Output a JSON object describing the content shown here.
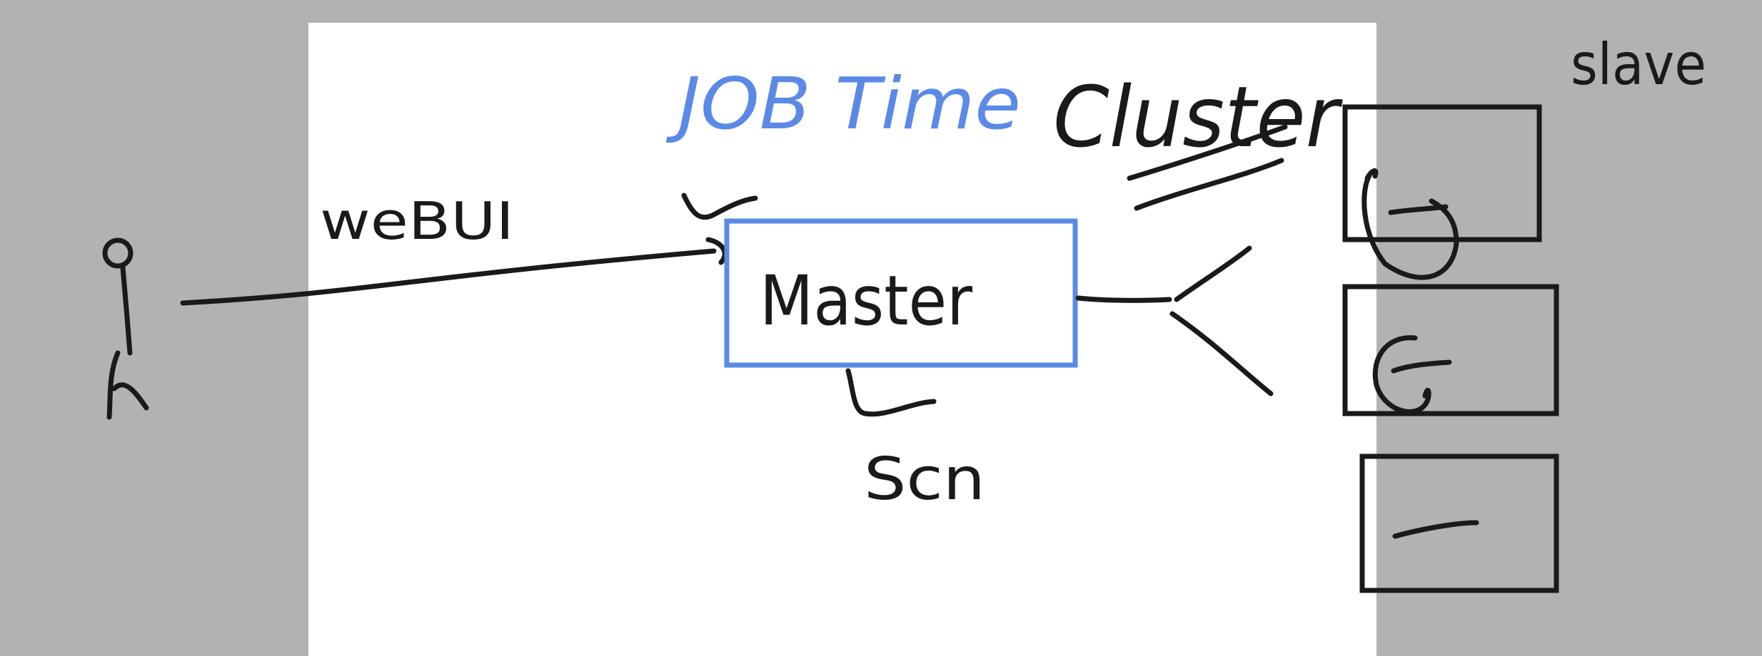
{
  "colors": {
    "background": "#b2b2b2",
    "page": "#ffffff",
    "ink_black": "#1a1a1a",
    "ink_blue": "#5b8ae6"
  },
  "labels": {
    "title_blue": "JOB Time",
    "title_black": "Cluster",
    "slave": "slave",
    "webui": "weBUI",
    "master": "Master",
    "scn": "Scn"
  },
  "icons": {
    "user": "stick-figure-icon"
  }
}
